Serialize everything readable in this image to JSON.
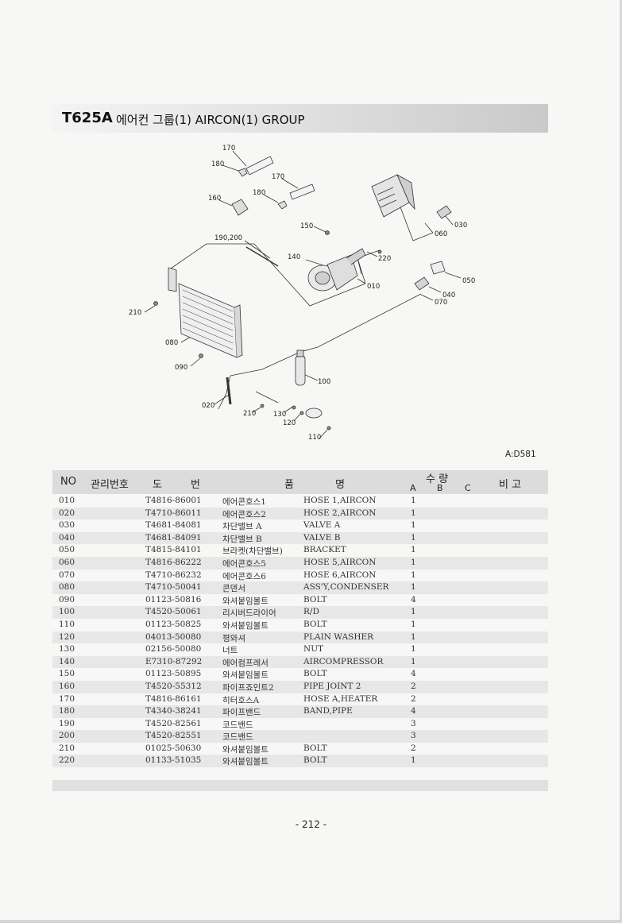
{
  "title": {
    "code": "T625A",
    "text": "에어컨 그룹(1)  AIRCON(1) GROUP"
  },
  "diagram": {
    "callouts": [
      "170",
      "180",
      "170",
      "180",
      "160",
      "150",
      "190,200",
      "140",
      "220",
      "010",
      "030",
      "060",
      "050",
      "040",
      "070",
      "210",
      "080",
      "090",
      "100",
      "020",
      "210",
      "130",
      "120",
      "110"
    ]
  },
  "reference": "A:D581",
  "table": {
    "headers": {
      "no": "NO",
      "mgmt": "관리번호",
      "drawing_1": "도",
      "drawing_2": "번",
      "name_1": "품",
      "name_2": "명",
      "qty": "수 량",
      "qty_a": "A",
      "qty_b": "B",
      "qty_c": "C",
      "remarks": "비 고"
    },
    "rows": [
      {
        "no": "010",
        "part": "T4816-86001",
        "kor": "에어콘호스1",
        "eng": "HOSE 1,AIRCON",
        "qty": "1"
      },
      {
        "no": "020",
        "part": "T4710-86011",
        "kor": "에어콘호스2",
        "eng": "HOSE 2,AIRCON",
        "qty": "1"
      },
      {
        "no": "030",
        "part": "T4681-84081",
        "kor": "차단밸브 A",
        "eng": "VALVE A",
        "qty": "1"
      },
      {
        "no": "040",
        "part": "T4681-84091",
        "kor": "차단밸브 B",
        "eng": "VALVE B",
        "qty": "1"
      },
      {
        "no": "050",
        "part": "T4815-84101",
        "kor": "브라켓(차단밸브)",
        "eng": "BRACKET",
        "qty": "1"
      },
      {
        "no": "060",
        "part": "T4816-86222",
        "kor": "에어콘호스5",
        "eng": "HOSE 5,AIRCON",
        "qty": "1"
      },
      {
        "no": "070",
        "part": "T4710-86232",
        "kor": "에어콘호스6",
        "eng": "HOSE 6,AIRCON",
        "qty": "1"
      },
      {
        "no": "080",
        "part": "T4710-50041",
        "kor": "콘덴서",
        "eng": "ASS'Y,CONDENSER",
        "qty": "1"
      },
      {
        "no": "090",
        "part": "01123-50816",
        "kor": "와셔붙임볼트",
        "eng": "BOLT",
        "qty": "4"
      },
      {
        "no": "100",
        "part": "T4520-50061",
        "kor": "리시버드라이어",
        "eng": "R/D",
        "qty": "1"
      },
      {
        "no": "110",
        "part": "01123-50825",
        "kor": "와셔붙임볼트",
        "eng": "BOLT",
        "qty": "1"
      },
      {
        "no": "120",
        "part": "04013-50080",
        "kor": "평와셔",
        "eng": "PLAIN WASHER",
        "qty": "1"
      },
      {
        "no": "130",
        "part": "02156-50080",
        "kor": "너트",
        "eng": "NUT",
        "qty": "1"
      },
      {
        "no": "140",
        "part": "E7310-87292",
        "kor": "에어컴프레서",
        "eng": "AIRCOMPRESSOR",
        "qty": "1"
      },
      {
        "no": "150",
        "part": "01123-50895",
        "kor": "와셔붙임볼트",
        "eng": "BOLT",
        "qty": "4"
      },
      {
        "no": "160",
        "part": "T4520-55312",
        "kor": "파이프죠인트2",
        "eng": "PIPE JOINT 2",
        "qty": "2"
      },
      {
        "no": "170",
        "part": "T4816-86161",
        "kor": "히터호스A",
        "eng": "HOSE A,HEATER",
        "qty": "2"
      },
      {
        "no": "180",
        "part": "T4340-38241",
        "kor": "파이프밴드",
        "eng": "BAND,PIPE",
        "qty": "4"
      },
      {
        "no": "190",
        "part": "T4520-82561",
        "kor": "코드밴드",
        "eng": "",
        "qty": "3"
      },
      {
        "no": "200",
        "part": "T4520-82551",
        "kor": "코드밴드",
        "eng": "",
        "qty": "3"
      },
      {
        "no": "210",
        "part": "01025-50630",
        "kor": "와셔붙임볼트",
        "eng": "BOLT",
        "qty": "2"
      },
      {
        "no": "220",
        "part": "01133-51035",
        "kor": "와셔붙임볼트",
        "eng": "BOLT",
        "qty": "1"
      }
    ]
  },
  "page_number": "- 212 -"
}
